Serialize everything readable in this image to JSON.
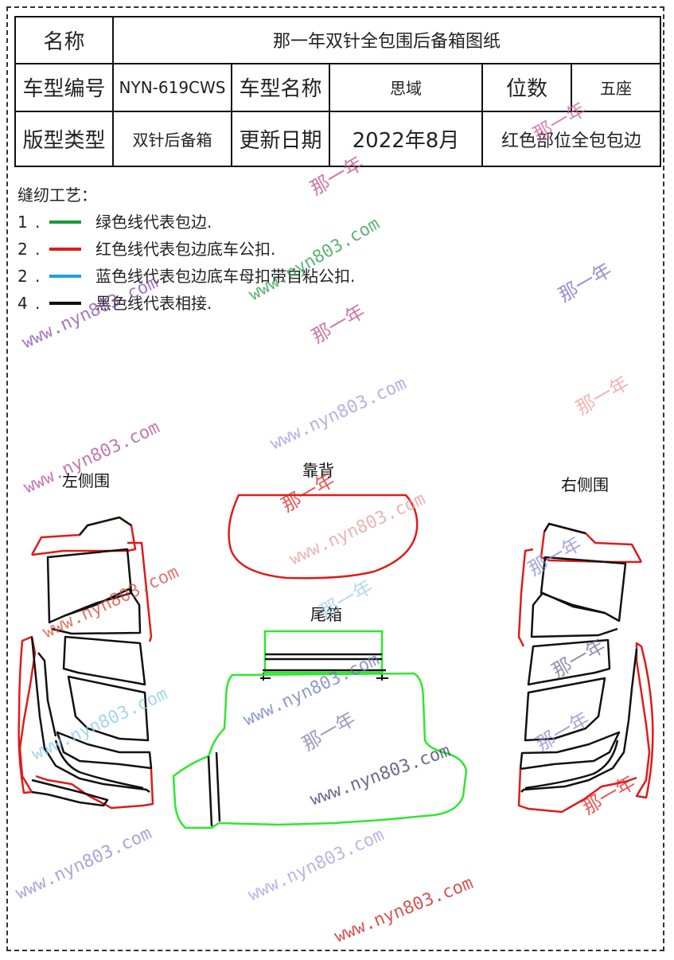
{
  "spec_table": {
    "name_label": "名称",
    "name_value": "那一年双针全包围后备箱图纸",
    "model_code_label": "车型编号",
    "model_code_value": "NYN-619CWS",
    "model_name_label": "车型名称",
    "model_name_value": "思域",
    "seats_label": "位数",
    "seats_value": "五座",
    "type_label": "版型类型",
    "type_value": "双针后备箱",
    "updated_label": "更新日期",
    "updated_value": "2022年8月",
    "remark_value": "红色部位全包包边"
  },
  "instructions": {
    "title": "缝纫工艺：",
    "items": [
      {
        "num": "1",
        "text": "绿色线代表包边.",
        "color": "#1a9a3a"
      },
      {
        "num": "2",
        "text": "红色线代表包边底车公扣.",
        "color": "#e01b1b"
      },
      {
        "num": "2",
        "text": "蓝色线代表包边底车母扣带自粘公扣.",
        "color": "#1ea0e0"
      },
      {
        "num": "4",
        "text": "黑色线代表相接.",
        "color": "#111111"
      }
    ]
  },
  "diagram": {
    "label_left": "左侧围",
    "label_back": "靠背",
    "label_right": "右侧围",
    "label_trunk": "尾箱"
  },
  "watermark": {
    "url": "www.nyn803.com",
    "brand": "那一年"
  },
  "colors": {
    "green": "#1a9a3a",
    "red": "#e01b1b",
    "blue": "#1ea0e0",
    "black": "#111111",
    "trunk_green": "#2ee82e"
  }
}
